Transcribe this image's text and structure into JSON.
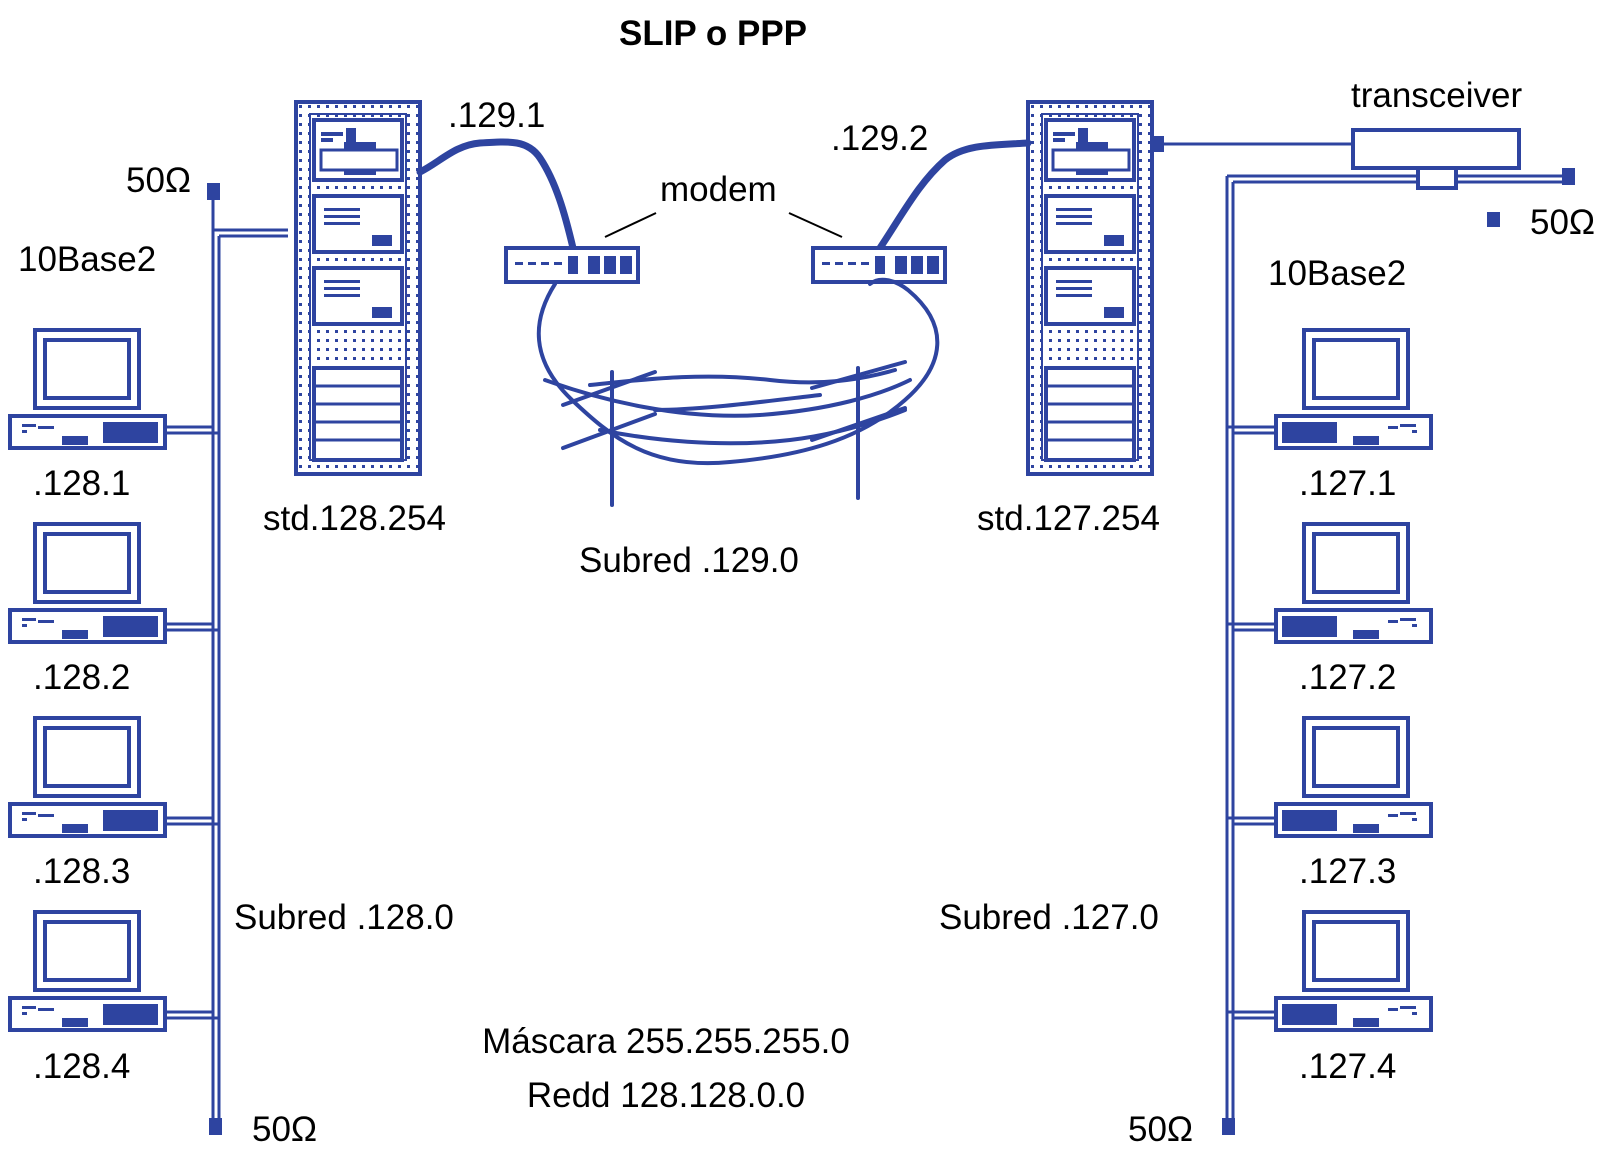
{
  "title": "SLIP o  PPP",
  "colors": {
    "accent": "#2e44a0",
    "text": "#000000",
    "background": "#ffffff"
  },
  "left": {
    "link_ip": ".129.1",
    "terminator_top": "50Ω",
    "terminator_bottom": "50Ω",
    "media": "10Base2",
    "router": "std.128.254",
    "subnet": "Subred .128.0",
    "hosts": [
      ".128.1",
      ".128.2",
      ".128.3",
      ".128.4"
    ]
  },
  "right": {
    "link_ip": ".129.2",
    "transceiver": "transceiver",
    "terminator_top": "50Ω",
    "terminator_bottom": "50Ω",
    "media": "10Base2",
    "router": "std.127.254",
    "subnet": "Subred .127.0",
    "hosts": [
      ".127.1",
      ".127.2",
      ".127.3",
      ".127.4"
    ]
  },
  "center": {
    "modem": "modem",
    "subnet": "Subred .129.0",
    "mask": "Máscara 255.255.255.0",
    "network": "Redd 128.128.0.0"
  }
}
